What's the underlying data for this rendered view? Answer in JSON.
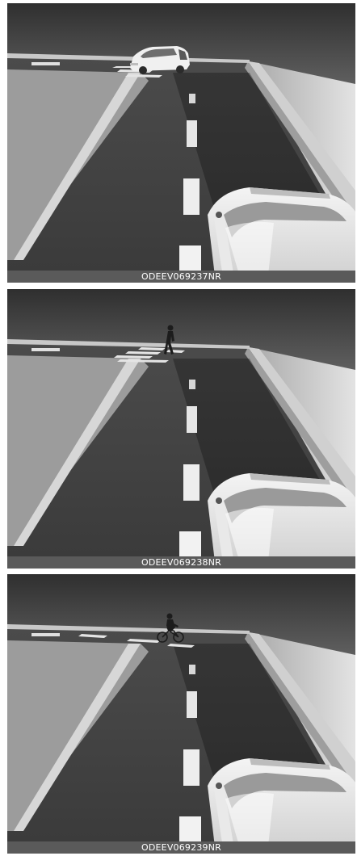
{
  "panels": [
    {
      "code": "ODEEV069237NR",
      "subject": "oncoming car"
    },
    {
      "code": "ODEEV069238NR",
      "subject": "pedestrian"
    },
    {
      "code": "ODEEV069239NR",
      "subject": "cyclist"
    }
  ]
}
